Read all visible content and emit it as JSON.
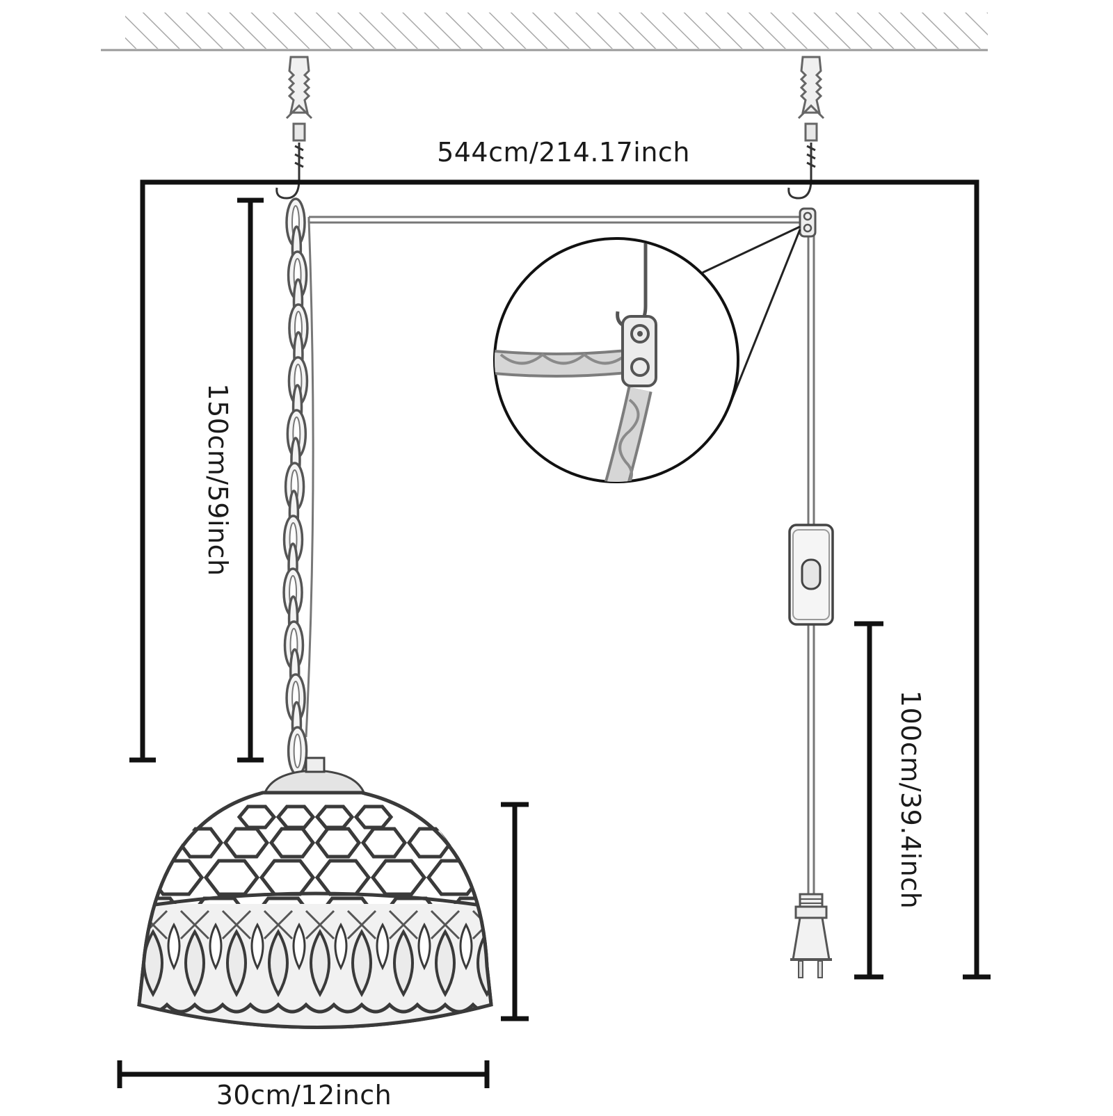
{
  "dimensions": {
    "total_width": "544cm/214.17inch",
    "chain_length": "150cm/59inch",
    "cord_length": "100cm/39.4inch",
    "shade_width": "30cm/12inch"
  },
  "colors": {
    "dimension_lines": "#111111",
    "ceiling": "#9a9a9a",
    "lead_lines": "#3a3a3a"
  },
  "icons": [
    "ceiling",
    "wall-anchor-icon",
    "swag-hook-icon",
    "chain",
    "cord",
    "inline-switch-icon",
    "plug-icon",
    "pendant-lamp-shade",
    "detail-magnifier"
  ]
}
